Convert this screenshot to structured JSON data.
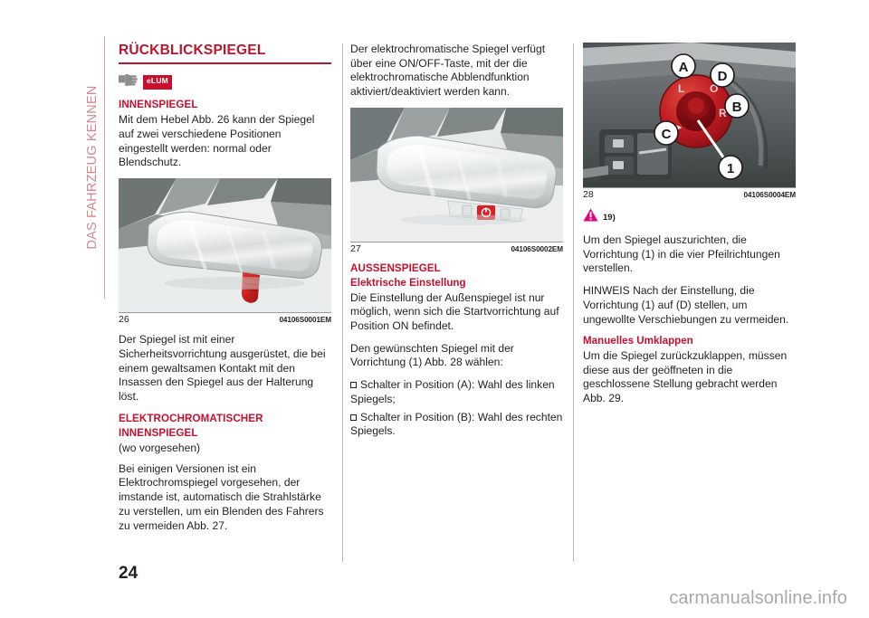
{
  "document": {
    "page_number": "24",
    "side_tab_label": "DAS FAHRZEUG KENNEN",
    "watermark": "carmanualsonline.info",
    "accent_red": "#c8102e",
    "title_red": "#b8162e",
    "side_tab_color": "#d6868f"
  },
  "column1": {
    "title": "RÜCKBLICKSPIEGEL",
    "elum_badge": "eLUM",
    "hand_icon_name": "pointing-hand-icon",
    "section_head": "INNENSPIEGEL",
    "paragraph_1": "Mit dem Hebel Abb. 26 kann der Spiegel auf zwei verschiedene Positionen eingestellt werden: normal oder Blendschutz.",
    "figure": {
      "number": "26",
      "code": "04106S0001EM",
      "alt": "Innenrückspiegel mit rotem Blendschutz-Hebel"
    },
    "paragraph_2": "Der Spiegel ist mit einer Sicherheitsvorrichtung ausgerüstet, die bei einem gewaltsamen Kontakt mit den Insassen den Spiegel aus der Halterung löst.",
    "section_head_2_line1": "ELEKTROCHROMATISCHER",
    "section_head_2_line2": "INNENSPIEGEL",
    "paragraph_3": "(wo vorgesehen)",
    "paragraph_4": "Bei einigen Versionen ist ein Elektrochromspiegel vorgesehen, der imstande ist, automatisch die Strahlstärke zu verstellen, um ein Blenden des Fahrers zu vermeiden Abb. 27."
  },
  "column2": {
    "paragraph_1": "Der elektrochromatische Spiegel verfügt über eine ON/OFF-Taste, mit der die elektrochromatische Abblendfunktion aktiviert/deaktiviert werden kann.",
    "figure": {
      "number": "27",
      "code": "04106S0002EM",
      "alt": "Elektrochromatischer Innenspiegel mit roter ON/OFF-Taste"
    },
    "section_head": "AUSSENSPIEGEL",
    "sub_head": "Elektrische Einstellung",
    "paragraph_2": "Die Einstellung der Außenspiegel ist nur möglich, wenn sich die Startvorrichtung auf Position ON befindet.",
    "paragraph_3": "Den gewünschten Spiegel mit der Vorrichtung (1) Abb. 28 wählen:",
    "bullet_1": "Schalter in Position (A): Wahl des linken Spiegels;",
    "bullet_2": "Schalter in Position (B): Wahl des rechten Spiegels."
  },
  "column3": {
    "figure": {
      "number": "28",
      "code": "04106S0004EM",
      "alt": "Türverkleidung mit rotem Drehschalter für Außenspiegel",
      "labels": [
        "A",
        "D",
        "B",
        "C",
        "1"
      ]
    },
    "warning_icon_name": "warning-triangle-icon",
    "warning_note": "19)",
    "paragraph_1": "Um den Spiegel auszurichten, die Vorrichtung (1) in die vier Pfeilrichtungen verstellen.",
    "paragraph_2": "HINWEIS Nach der Einstellung, die Vorrichtung (1) auf (D) stellen, um ungewollte Verschiebungen zu vermeiden.",
    "section_head": "Manuelles Umklappen",
    "paragraph_3": "Um die Spiegel zurückzuklappen, müssen diese aus der geöffneten in die geschlossene Stellung gebracht werden Abb. 29."
  }
}
